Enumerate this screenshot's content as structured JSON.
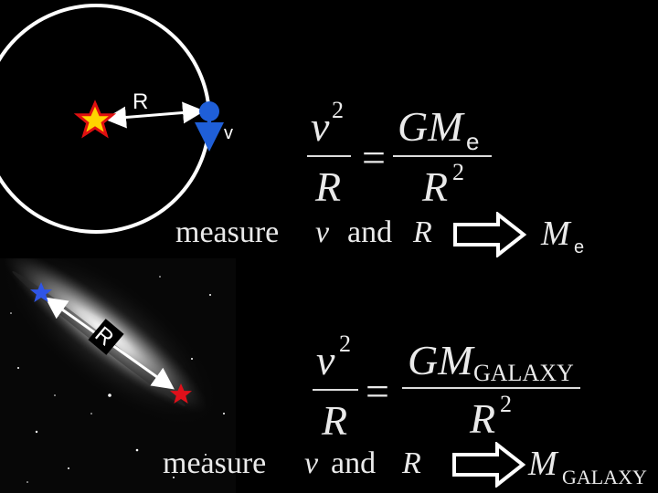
{
  "orbit": {
    "radius_label": "R",
    "velocity_label": "v"
  },
  "equation1": {
    "num_v": "v",
    "num_exp": "2",
    "num_gm": "GM",
    "num_sub": "e",
    "equals": "=",
    "den_r": "R",
    "den_r2": "R",
    "den_exp": "2"
  },
  "line1": {
    "measure": "measure",
    "v": "v",
    "and": "and",
    "R": "R",
    "result_M": "M",
    "result_sub": "e"
  },
  "galaxy": {
    "radius_label": "R"
  },
  "equation2": {
    "num_v": "v",
    "num_exp": "2",
    "num_gm": "GM",
    "num_sub": "GALAXY",
    "equals": "=",
    "den_r": "R",
    "den_r2": "R",
    "den_exp": "2"
  },
  "line2": {
    "measure": "measure",
    "v": "v",
    "and": "and",
    "R": "R",
    "result_M": "M",
    "result_sub": "GALAXY"
  },
  "colors": {
    "background": "#000000",
    "orbit": "#ffffff",
    "star_fill": "#ffd400",
    "star_outline": "#e01010",
    "planet": "#1f5fd8",
    "galaxy_star_blue": "#2f55e6",
    "galaxy_star_red": "#e0101a"
  }
}
